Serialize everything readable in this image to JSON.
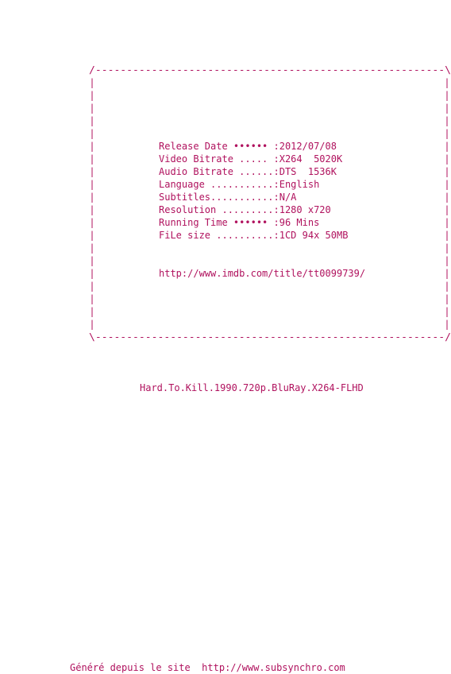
{
  "frame": {
    "top_border": "/--------------------------------------------------------\\",
    "bottom_border": "\\--------------------------------------------------------/",
    "side_char": "|"
  },
  "info": {
    "rows": [
      "Release Date •••••• :2012/07/08",
      "Video Bitrate ..... :X264  5020K",
      "Audio Bitrate ......:DTS  1536K",
      "Language ...........:English",
      "Subtitles...........:N/A",
      "Resolution .........:1280 x720",
      "Running Time •••••• :96 Mins",
      "FiLe size ..........:1CD 94x 50MB"
    ],
    "url": "http://www.imdb.com/title/tt0099739/"
  },
  "release_name": "Hard.To.Kill.1990.720p.BluRay.X264-FLHD",
  "footer": "Généré depuis le site  http://www.subsynchro.com"
}
